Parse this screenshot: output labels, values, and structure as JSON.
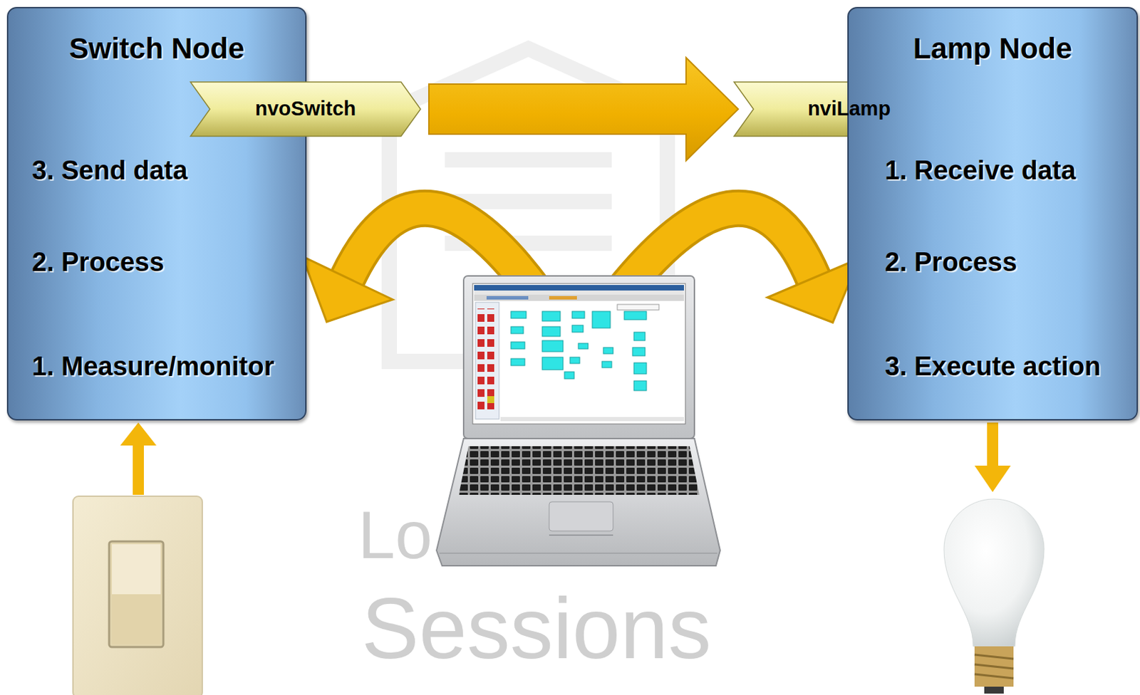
{
  "diagram": {
    "nodes": [
      {
        "text": [
          "Switch Node",
          "3. Send data",
          "2. Process",
          "1. Measure/monitor"
        ]
      },
      {
        "text": [
          "nvoSwitch"
        ]
      },
      {
        "text": [
          "nviLamp"
        ]
      },
      {
        "text": [
          "Lamp Node",
          "1. Receive data",
          "2. Process",
          "3. Execute action"
        ]
      }
    ],
    "edges": [
      {
        "from": 1,
        "to": 2,
        "arrow": "to"
      }
    ],
    "labels": [
      "Lo",
      "Sessions"
    ]
  }
}
